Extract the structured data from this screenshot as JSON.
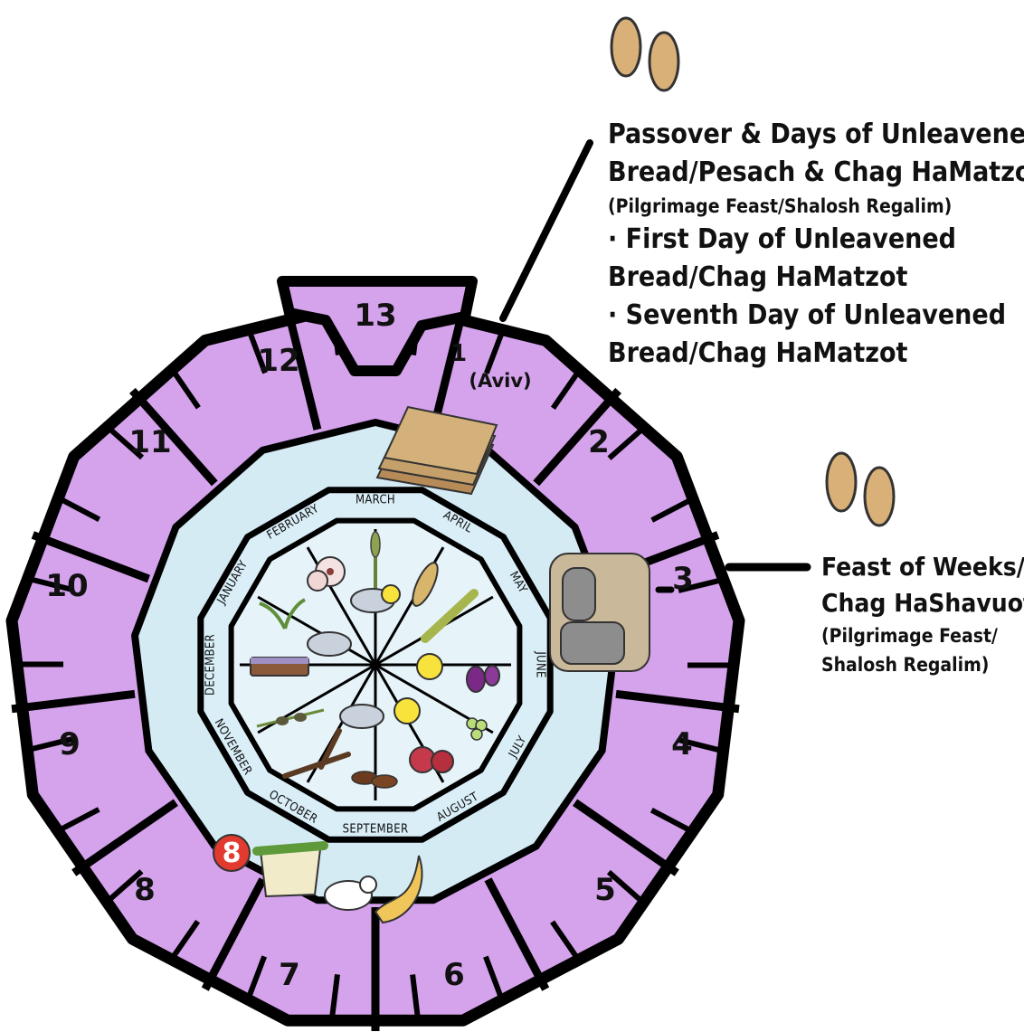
{
  "calendar": {
    "months": [
      "1",
      "2",
      "3",
      "4",
      "5",
      "6",
      "7",
      "8",
      "9",
      "10",
      "11",
      "12",
      "13"
    ],
    "aviv_note": "(Aviv)",
    "gregorian_months": [
      "MARCH",
      "APRIL",
      "MAY",
      "JUNE",
      "JULY",
      "AUGUST",
      "SEPTEMBER",
      "OCTOBER",
      "NOVEMBER",
      "DECEMBER",
      "JANUARY",
      "FEBRUARY"
    ],
    "colors": {
      "outer_ring": "#d5a2ec",
      "middle_ring": "#d5ebf4",
      "inner_disc": "#d9eef7",
      "outline": "#000000",
      "footprint": "#d9b078",
      "matzah": "#c6a06a",
      "seven_badge": "#e23a2e"
    }
  },
  "passover": {
    "title_line1": "Passover & Days of Unleavened",
    "title_line2": "Bread/Pesach & Chag HaMatzot",
    "subtitle": "(Pilgrimage Feast/Shalosh Regalim)",
    "item1_line1": "· First Day of Unleavened",
    "item1_line2": "Bread/Chag HaMatzot",
    "item2_line1": "· Seventh Day of Unleavened",
    "item2_line2": "Bread/Chag HaMatzot",
    "icon": "footprints-icon"
  },
  "weeks": {
    "title_line1": "Feast of Weeks/",
    "title_line2": "Chag HaShavuot",
    "subtitle_line1": "(Pilgrimage Feast/",
    "subtitle_line2": "Shalosh Regalim)",
    "icon": "footprints-icon"
  },
  "illustrations": {
    "month1": "matzah-icon",
    "month3": "stone-tablets-icon",
    "month7_badge": "8",
    "month7": [
      "sukkah-branches-icon",
      "goat-icon",
      "shofar-icon"
    ],
    "seasons": [
      "almond-blossom-icon",
      "rain-cloud-icon",
      "sun-icon",
      "wheat-icon",
      "barley-icon",
      "figs-icon",
      "grapes-icon",
      "pomegranate-icon",
      "dates-icon",
      "plow-icon",
      "olive-branch-icon",
      "flax-icon",
      "sprout-icon"
    ]
  }
}
